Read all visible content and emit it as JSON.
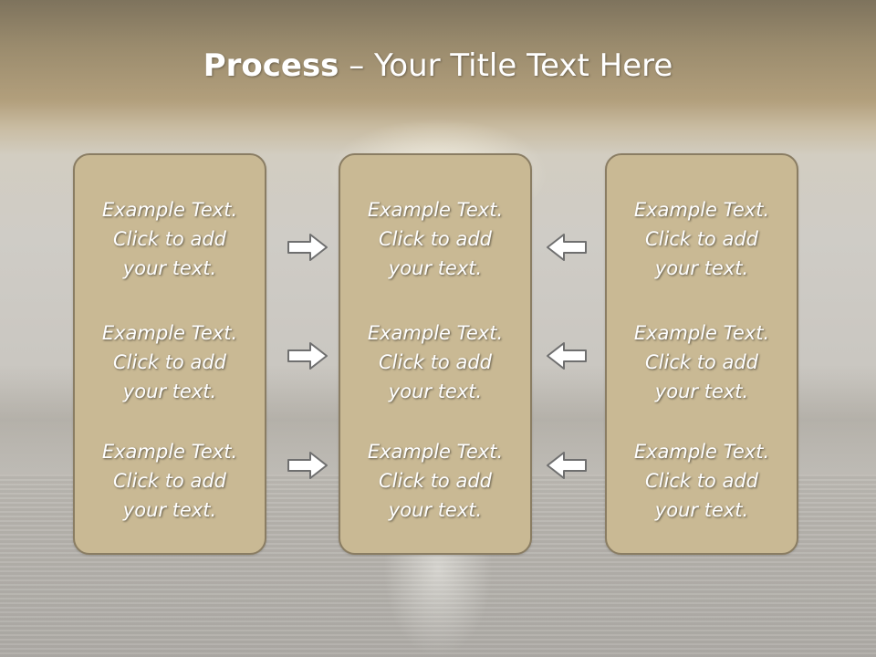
{
  "slide": {
    "title_bold": "Process",
    "title_rest": " – Your Title Text Here"
  },
  "columns": [
    {
      "items": [
        {
          "line1": "Example Text.",
          "line2": "Click  to add",
          "line3": "your text."
        },
        {
          "line1": "Example Text.",
          "line2": "Click  to add",
          "line3": "your text."
        },
        {
          "line1": "Example Text.",
          "line2": "Click  to add",
          "line3": "your text."
        }
      ]
    },
    {
      "items": [
        {
          "line1": "Example Text.",
          "line2": "Click  to add",
          "line3": "your text."
        },
        {
          "line1": "Example Text.",
          "line2": "Click  to add",
          "line3": "your text."
        },
        {
          "line1": "Example Text.",
          "line2": "Click  to add",
          "line3": "your text."
        }
      ]
    },
    {
      "items": [
        {
          "line1": "Example Text.",
          "line2": "Click  to add",
          "line3": "your text."
        },
        {
          "line1": "Example Text.",
          "line2": "Click  to add",
          "line3": "your text."
        },
        {
          "line1": "Example Text.",
          "line2": "Click  to add",
          "line3": "your text."
        }
      ]
    }
  ],
  "arrows": {
    "left_group": "right-arrow-icon",
    "right_group": "left-arrow-icon"
  },
  "colors": {
    "panel_fill": "#c9b994",
    "panel_border": "#8a7d63",
    "arrow_fill": "#ffffff",
    "arrow_stroke": "#6f6f6f",
    "title_text": "#ffffff"
  }
}
